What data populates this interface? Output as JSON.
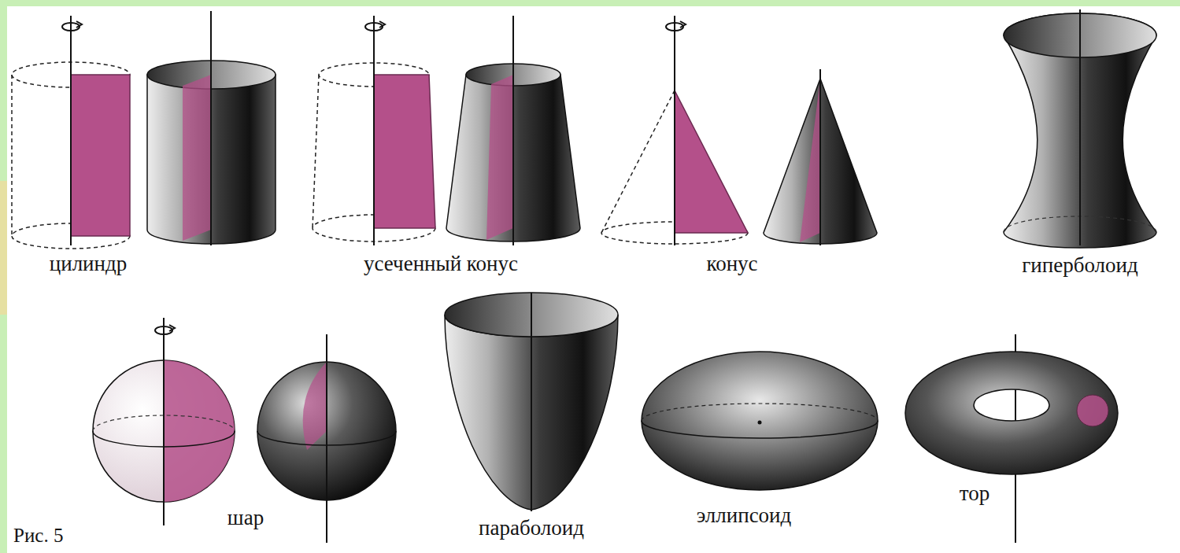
{
  "diagram": {
    "labels": [
      "цилиндр",
      "усеченный конус",
      "конус",
      "гиперболоид",
      "шар",
      "параболоид",
      "эллипсоид",
      "тор",
      "Рис. 5"
    ]
  }
}
